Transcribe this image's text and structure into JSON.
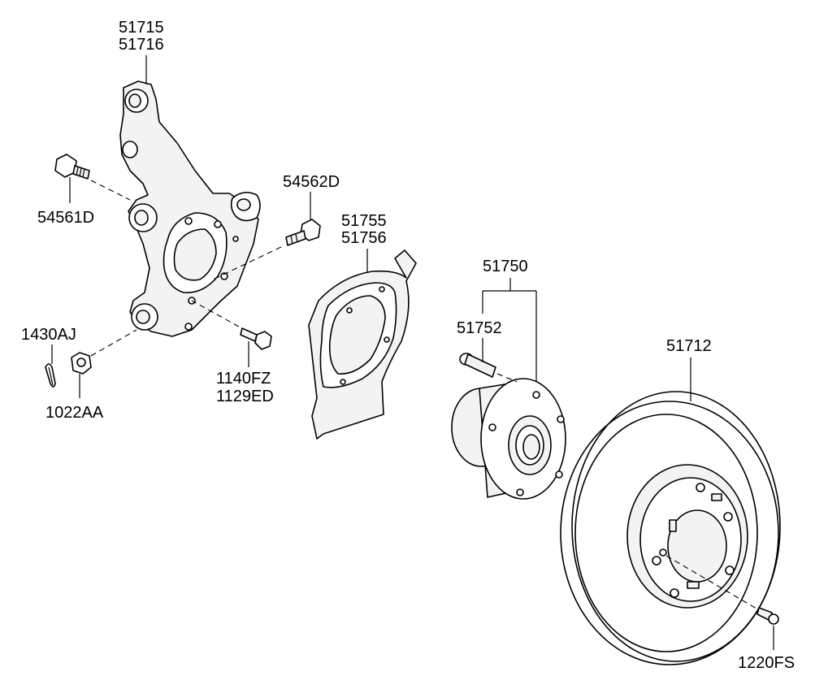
{
  "callouts": {
    "knuckle_1": "51715",
    "knuckle_2": "51716",
    "bolt_left": "54561D",
    "bolt_right": "54562D",
    "cotter_pin": "1430AJ",
    "castle_nut": "1022AA",
    "screw_1": "1140FZ",
    "screw_2": "1129ED",
    "shield_1": "51755",
    "shield_2": "51756",
    "hub_assy": "51750",
    "hub_bolt": "51752",
    "disc": "51712",
    "disc_screw": "1220FS"
  }
}
